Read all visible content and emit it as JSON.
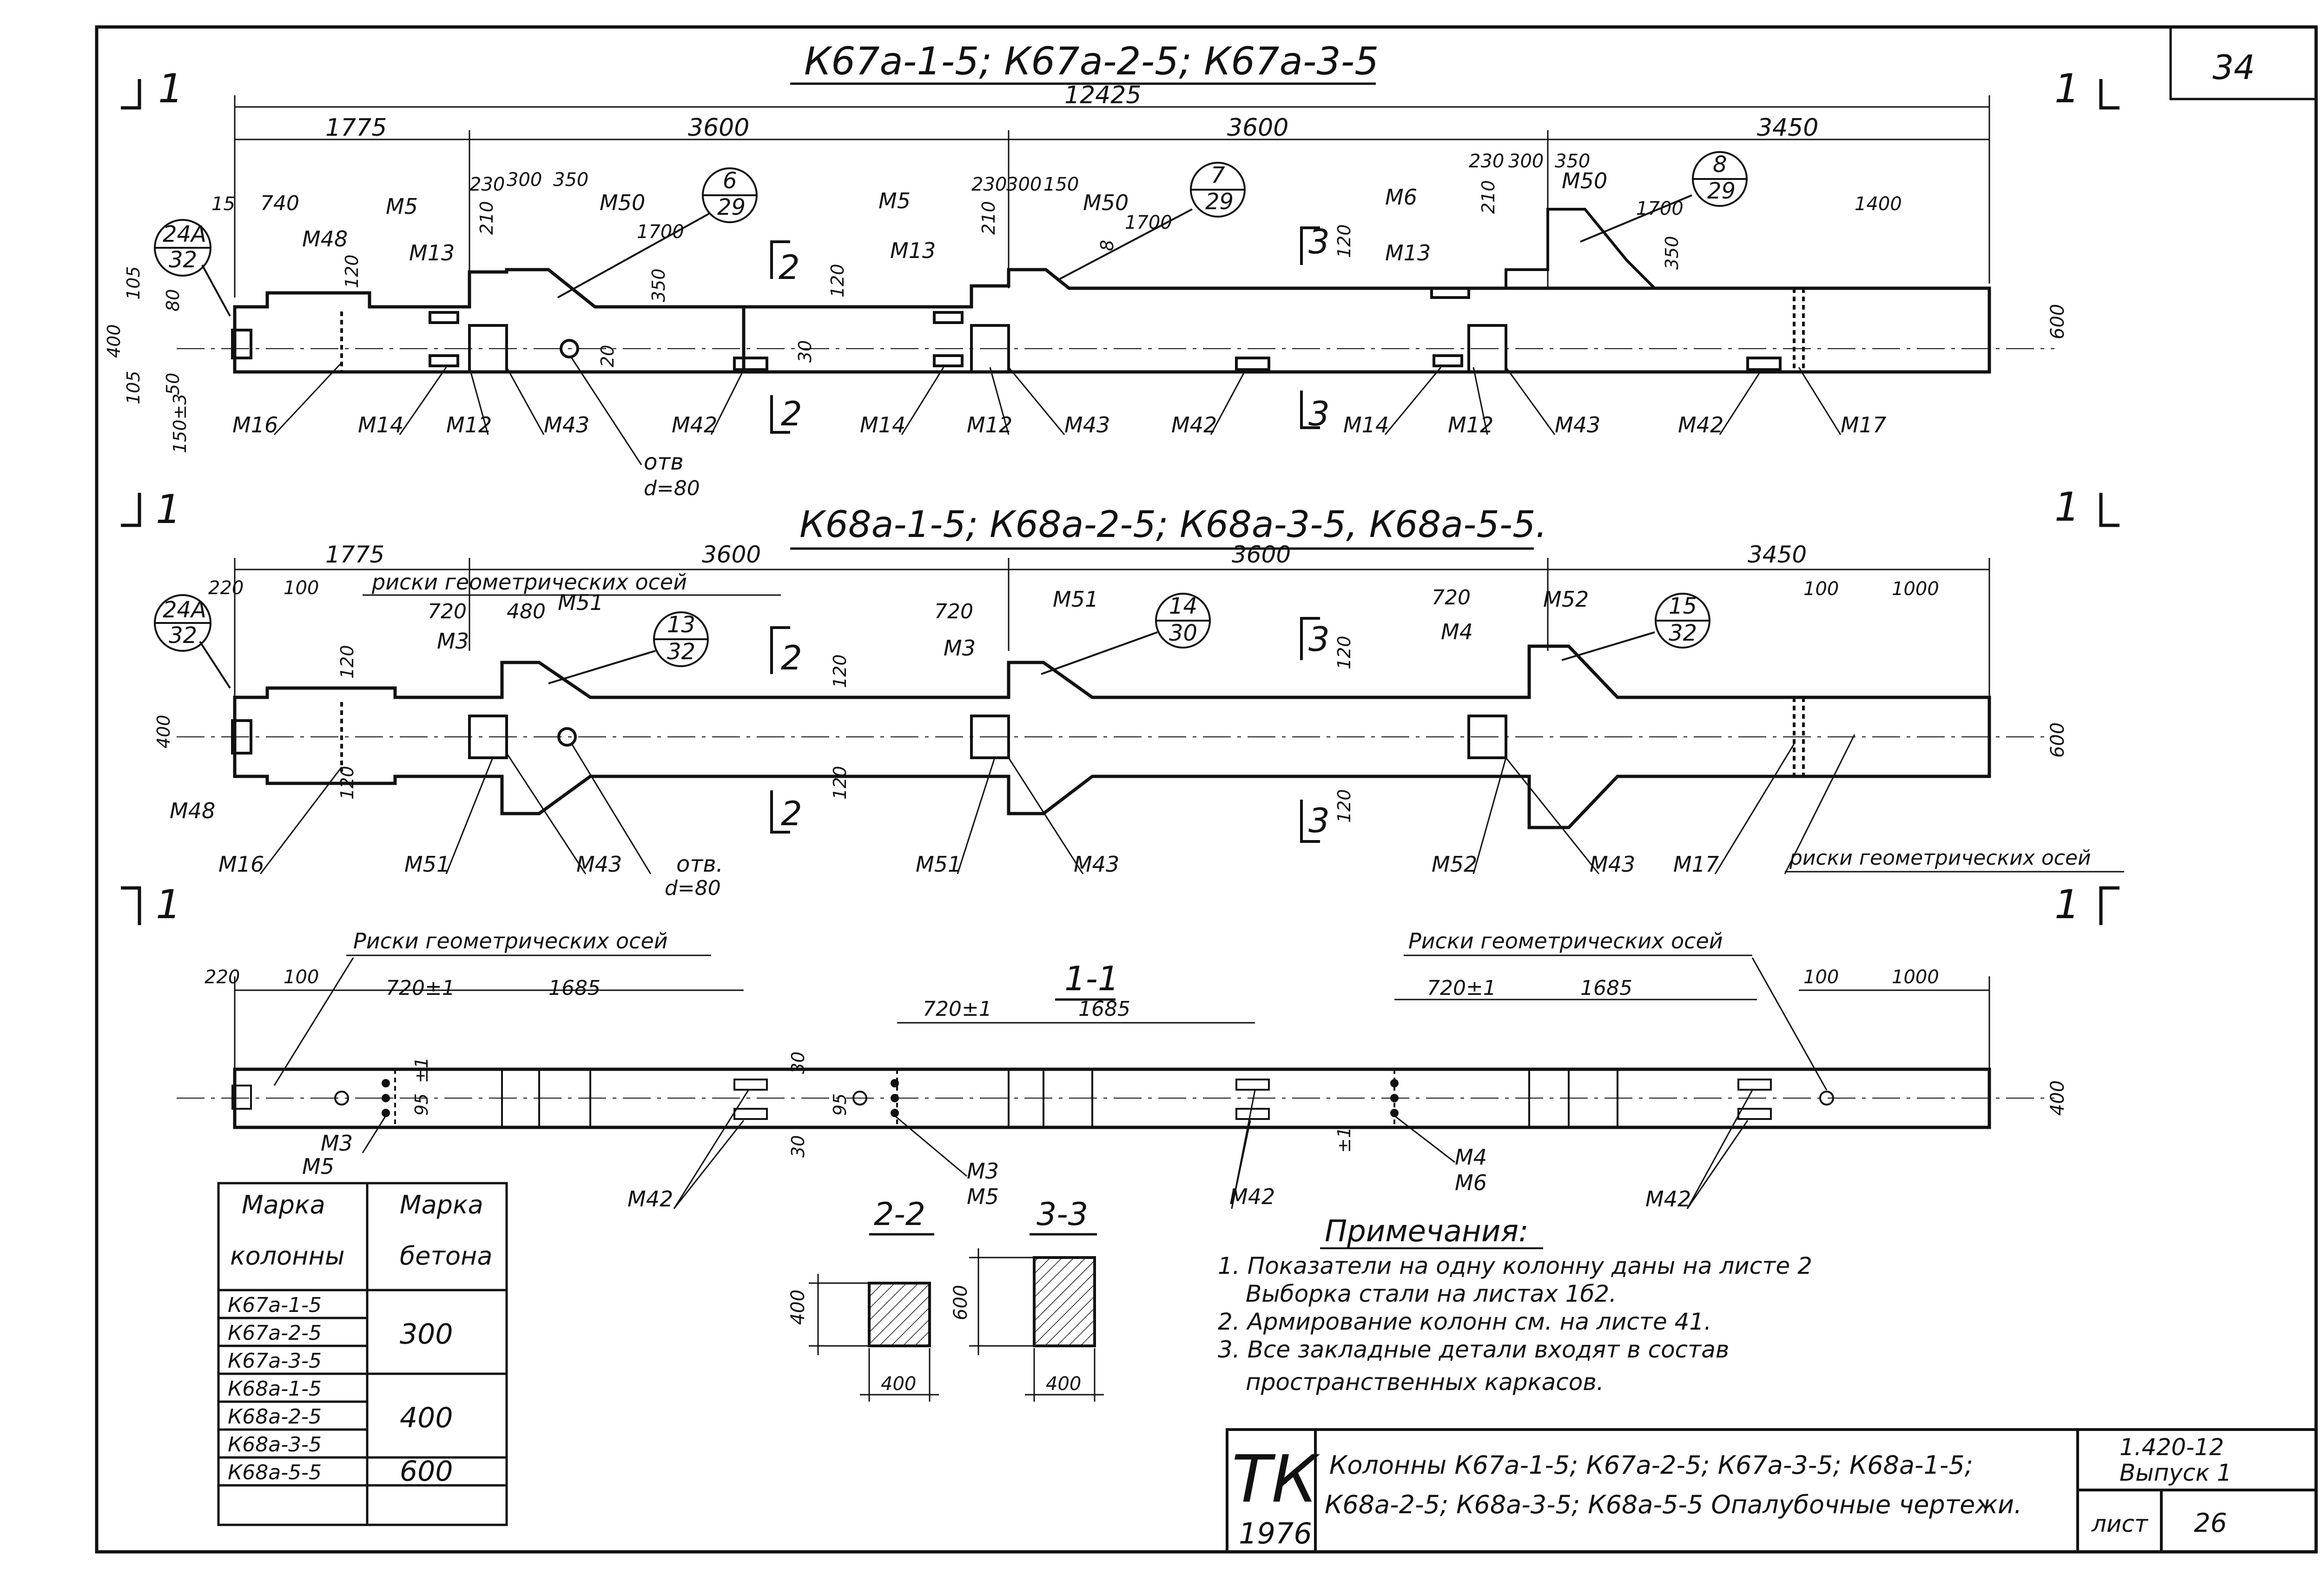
{
  "sheet_number": "34",
  "views": {
    "top": {
      "title": "К67а-1-5; К67а-2-5; К67а-3-5",
      "section_mark": "1",
      "dims_top": {
        "total": "12425",
        "a": "1775",
        "b": "3600",
        "c": "3600",
        "d": "3450"
      },
      "dims_small": [
        "15",
        "740",
        "230",
        "300",
        "350",
        "1700",
        "230",
        "300",
        "150",
        "1700",
        "230",
        "300",
        "350",
        "1700",
        "1400"
      ],
      "dims_vert": [
        "105",
        "80",
        "400",
        "105",
        "50",
        "150±3",
        "120",
        "350",
        "210",
        "20",
        "30",
        "120",
        "210",
        "8",
        "120",
        "210",
        "350",
        "600"
      ],
      "callouts": [
        {
          "num": "24А",
          "den": "32"
        },
        {
          "num": "6",
          "den": "29"
        },
        {
          "num": "7",
          "den": "29"
        },
        {
          "num": "8",
          "den": "29"
        }
      ],
      "upper_labels": [
        "М5",
        "М48",
        "М13",
        "М50",
        "М5",
        "М13",
        "М50",
        "М6",
        "М13",
        "М50"
      ],
      "lower_labels": [
        "М16",
        "М14",
        "М12",
        "М43",
        "М42",
        "М14",
        "М12",
        "М43",
        "М42",
        "М14",
        "М12",
        "М43",
        "М42",
        "М17"
      ],
      "hole": {
        "label": "отв",
        "dia": "d=80"
      },
      "section_2": "2",
      "section_3": "3"
    },
    "middle": {
      "title": "К68а-1-5; К68а-2-5; К68а-3-5, К68а-5-5.",
      "section_mark": "1",
      "dims_top": {
        "a": "1775",
        "b": "3600",
        "c": "3600",
        "d": "3450"
      },
      "dims_small": [
        "220",
        "100",
        "720",
        "480",
        "720",
        "720",
        "100",
        "1000"
      ],
      "dims_vert": [
        "120",
        "400",
        "120",
        "120",
        "120",
        "120",
        "120",
        "600"
      ],
      "axis_label": "риски геометрических осей",
      "callouts": [
        {
          "num": "24А",
          "den": "32"
        },
        {
          "num": "13",
          "den": "32"
        },
        {
          "num": "14",
          "den": "30"
        },
        {
          "num": "15",
          "den": "32"
        }
      ],
      "upper_labels": [
        "М3",
        "М51",
        "М3",
        "М51",
        "М4",
        "М52"
      ],
      "lower_labels": [
        "М48",
        "М16",
        "М51",
        "М43",
        "М51",
        "М43",
        "М52",
        "М43",
        "М17"
      ],
      "hole": {
        "label": "отв.",
        "dia": "d=80"
      },
      "axis_label_bottom": "риски геометрических осей"
    },
    "section_1_1": {
      "title": "1-1",
      "axis_label_1": "Риски геометрических осей",
      "axis_label_2": "Риски геометрических осей",
      "dims": [
        "220",
        "100",
        "720±1",
        "1685",
        "720±1",
        "1685",
        "720±1",
        "1685",
        "100",
        "1000"
      ],
      "dims_vert": [
        "30",
        "30",
        "400",
        "±1",
        "95",
        "95",
        "±1"
      ],
      "labels": [
        "М3",
        "М5",
        "М42",
        "М3",
        "М5",
        "М42",
        "М4",
        "М6",
        "М42"
      ]
    }
  },
  "cross_sections": [
    {
      "title": "2-2",
      "height": "400",
      "width": "400"
    },
    {
      "title": "3-3",
      "height": "600",
      "width": "400"
    }
  ],
  "grade_table": {
    "header_col1": [
      "Марка",
      "колонны"
    ],
    "header_col2": [
      "Марка",
      "бетона"
    ],
    "groups": [
      {
        "columns": [
          "К67а-1-5",
          "К67а-2-5",
          "К67а-3-5"
        ],
        "grade": "300"
      },
      {
        "columns": [
          "К68а-1-5",
          "К68а-2-5",
          "К68а-3-5"
        ],
        "grade": "400"
      },
      {
        "columns": [
          "К68а-5-5"
        ],
        "grade": "600"
      }
    ]
  },
  "notes": {
    "title": "Примечания:",
    "lines": [
      "1. Показатели на одну колонну даны на листе 2",
      "Выборка стали на листах 1б2.",
      "2. Армирование колонн см. на листе 41.",
      "3. Все закладные детали входят в состав",
      "пространственных каркасов."
    ]
  },
  "title_block": {
    "logo_text": "ТК",
    "year": "1976",
    "line1": "Колонны К67а-1-5; К67а-2-5; К67а-3-5; К68а-1-5;",
    "line2": "К68а-2-5; К68а-3-5; К68а-5-5 Опалубочные чертежи.",
    "series": "1.420-12",
    "issue": "Выпуск 1",
    "sheet_label": "лист",
    "sheet_no": "26"
  }
}
